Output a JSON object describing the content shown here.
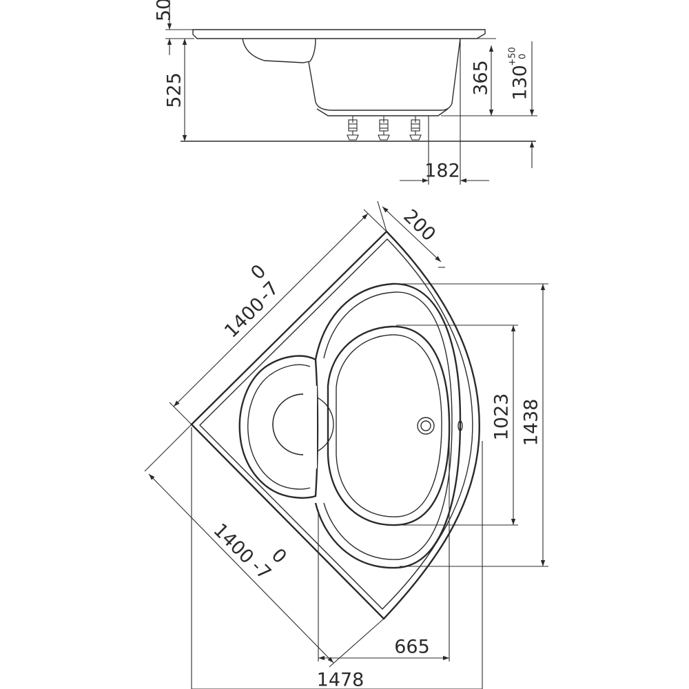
{
  "side_view": {
    "dims": {
      "rim": "50",
      "total_height": "525",
      "depth": "365",
      "feet": "130",
      "feet_tol_upper": "+50",
      "feet_tol_lower": "0",
      "overhang": "182"
    }
  },
  "top_view": {
    "dims": {
      "rim_width": "200",
      "side_a": "1400",
      "side_a_tol_upper": "0",
      "side_a_tol_lower": "-7",
      "side_b": "1400",
      "side_b_tol_upper": "0",
      "side_b_tol_lower": "-7",
      "inner_length": "1023",
      "outer_length": "1438",
      "drain_offset": "665",
      "overall_width": "1478"
    }
  }
}
